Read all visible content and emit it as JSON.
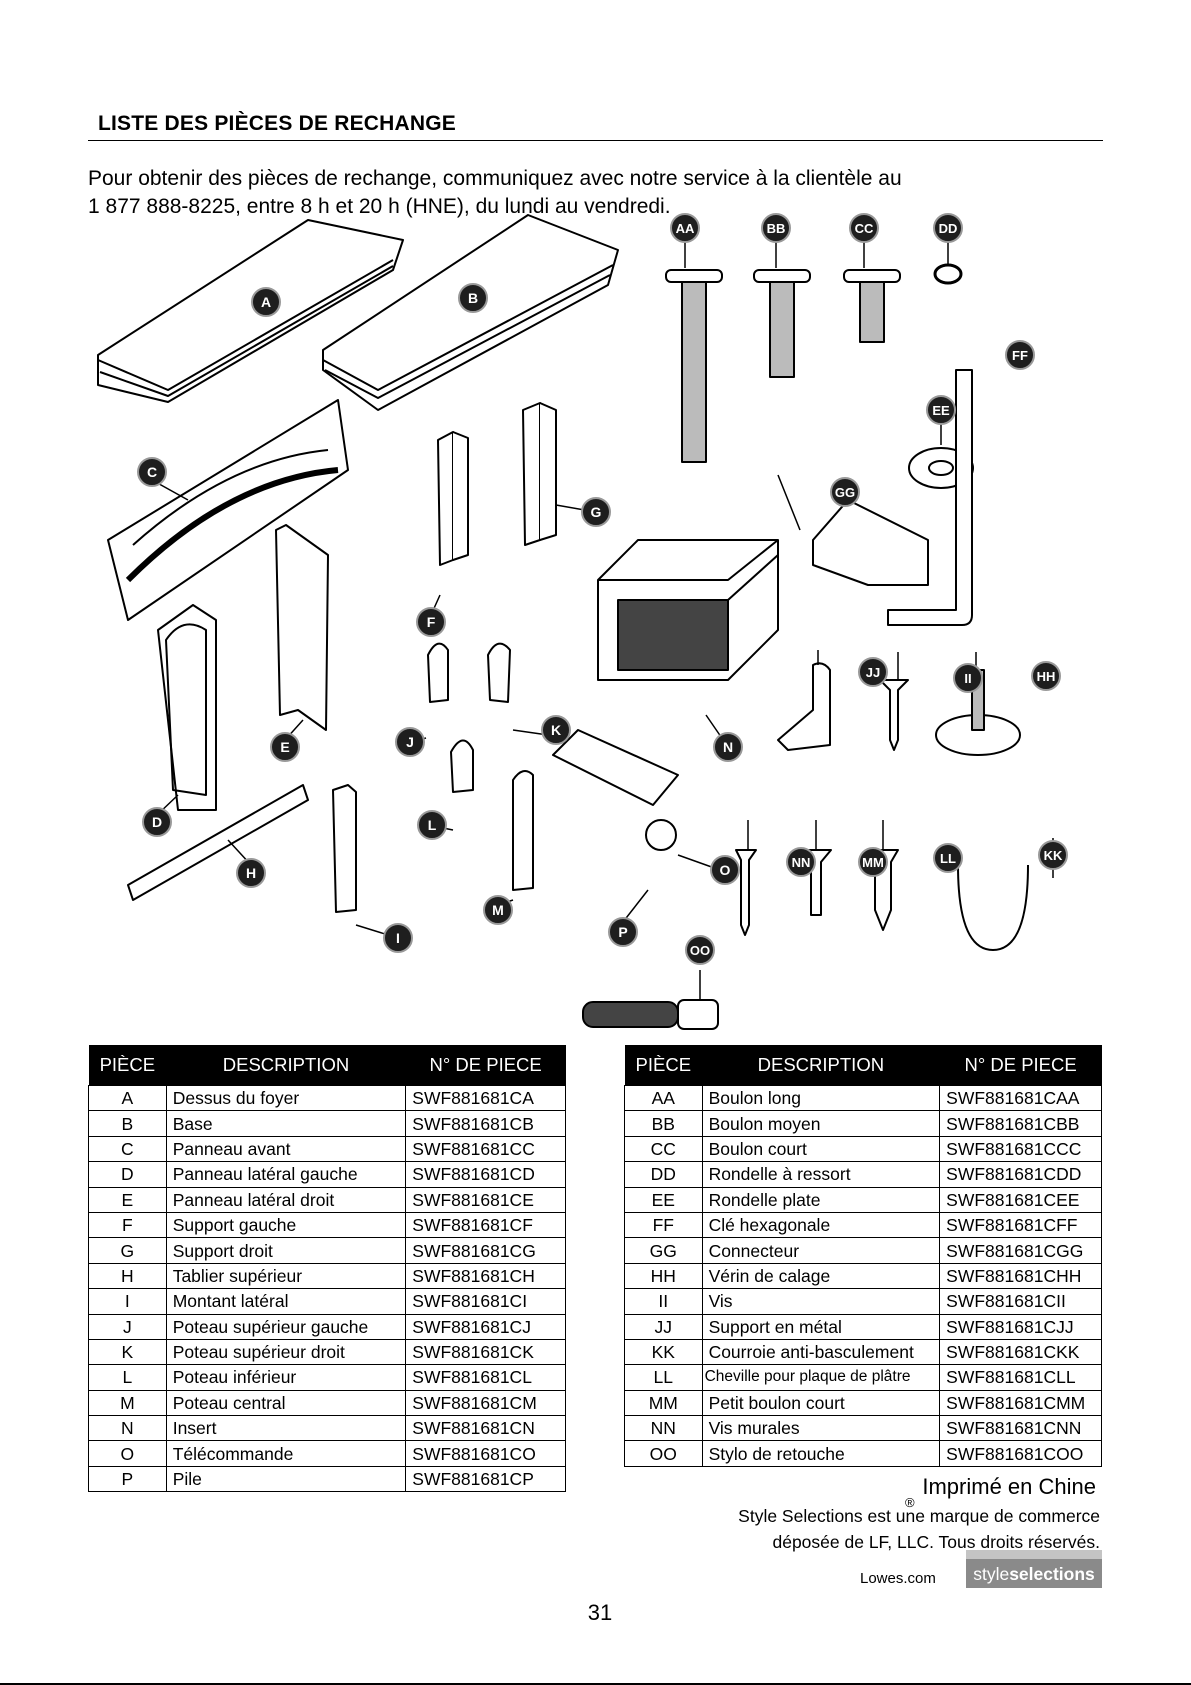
{
  "heading": "LISTE DES PIÈCES DE RECHANGE",
  "intro": {
    "line1": "Pour obtenir des pièces de rechange, communiquez avec notre service à la clientèle au",
    "line2": "1 877 888-8225, entre 8 h et 20 h (HNE), du lundi au vendredi."
  },
  "diagram_labels": [
    "A",
    "B",
    "C",
    "D",
    "E",
    "F",
    "G",
    "H",
    "I",
    "J",
    "K",
    "L",
    "M",
    "N",
    "O",
    "P",
    "AA",
    "BB",
    "CC",
    "DD",
    "EE",
    "FF",
    "GG",
    "HH",
    "II",
    "JJ",
    "KK",
    "LL",
    "MM",
    "NN",
    "OO"
  ],
  "table_headers": [
    "PIÈCE",
    "DESCRIPTION",
    "N° DE PIECE"
  ],
  "parts_left": [
    {
      "id": "A",
      "description": "Dessus du foyer",
      "part_no": "SWF881681CA"
    },
    {
      "id": "B",
      "description": "Base",
      "part_no": "SWF881681CB"
    },
    {
      "id": "C",
      "description": "Panneau avant",
      "part_no": "SWF881681CC"
    },
    {
      "id": "D",
      "description": "Panneau latéral gauche",
      "part_no": "SWF881681CD"
    },
    {
      "id": "E",
      "description": "Panneau latéral droit",
      "part_no": "SWF881681CE"
    },
    {
      "id": "F",
      "description": "Support gauche",
      "part_no": "SWF881681CF"
    },
    {
      "id": "G",
      "description": "Support droit",
      "part_no": "SWF881681CG"
    },
    {
      "id": "H",
      "description": "Tablier supérieur",
      "part_no": "SWF881681CH"
    },
    {
      "id": "I",
      "description": "Montant latéral",
      "part_no": "SWF881681CI"
    },
    {
      "id": "J",
      "description": "Poteau supérieur gauche",
      "part_no": "SWF881681CJ"
    },
    {
      "id": "K",
      "description": "Poteau supérieur droit",
      "part_no": "SWF881681CK"
    },
    {
      "id": "L",
      "description": "Poteau inférieur",
      "part_no": "SWF881681CL"
    },
    {
      "id": "M",
      "description": "Poteau central",
      "part_no": "SWF881681CM"
    },
    {
      "id": "N",
      "description": "Insert",
      "part_no": "SWF881681CN"
    },
    {
      "id": "O",
      "description": "Télécommande",
      "part_no": "SWF881681CO"
    },
    {
      "id": "P",
      "description": "Pile",
      "part_no": "SWF881681CP"
    }
  ],
  "parts_right": [
    {
      "id": "AA",
      "description": "Boulon long",
      "part_no": "SWF881681CAA"
    },
    {
      "id": "BB",
      "description": "Boulon moyen",
      "part_no": "SWF881681CBB"
    },
    {
      "id": "CC",
      "description": "Boulon court",
      "part_no": "SWF881681CCC"
    },
    {
      "id": "DD",
      "description": "Rondelle à ressort",
      "part_no": "SWF881681CDD"
    },
    {
      "id": "EE",
      "description": "Rondelle plate",
      "part_no": "SWF881681CEE"
    },
    {
      "id": "FF",
      "description": "Clé hexagonale",
      "part_no": "SWF881681CFF"
    },
    {
      "id": "GG",
      "description": "Connecteur",
      "part_no": "SWF881681CGG"
    },
    {
      "id": "HH",
      "description": "Vérin de calage",
      "part_no": "SWF881681CHH"
    },
    {
      "id": "II",
      "description": "Vis",
      "part_no": "SWF881681CII"
    },
    {
      "id": "JJ",
      "description": "Support en métal",
      "part_no": "SWF881681CJJ"
    },
    {
      "id": "KK",
      "description": "Courroie anti-basculement",
      "part_no": "SWF881681CKK"
    },
    {
      "id": "LL",
      "description": "Cheville pour plaque de plâtre",
      "part_no": "SWF881681CLL",
      "small": true
    },
    {
      "id": "MM",
      "description": "Petit boulon court",
      "part_no": "SWF881681CMM"
    },
    {
      "id": "NN",
      "description": "Vis murales",
      "part_no": "SWF881681CNN"
    },
    {
      "id": "OO",
      "description": "Stylo de retouche",
      "part_no": "SWF881681COO"
    }
  ],
  "footer": {
    "printed": "Imprimé en Chine",
    "trademark_line1": "Style Selections   est une marque de commerce",
    "trademark_line2": "déposée de LF, LLC. Tous droits réservés.",
    "registered_mark": "®",
    "website": "Lowes.com",
    "logo_part1": "style",
    "logo_part2": "selections",
    "page_number": "31"
  }
}
